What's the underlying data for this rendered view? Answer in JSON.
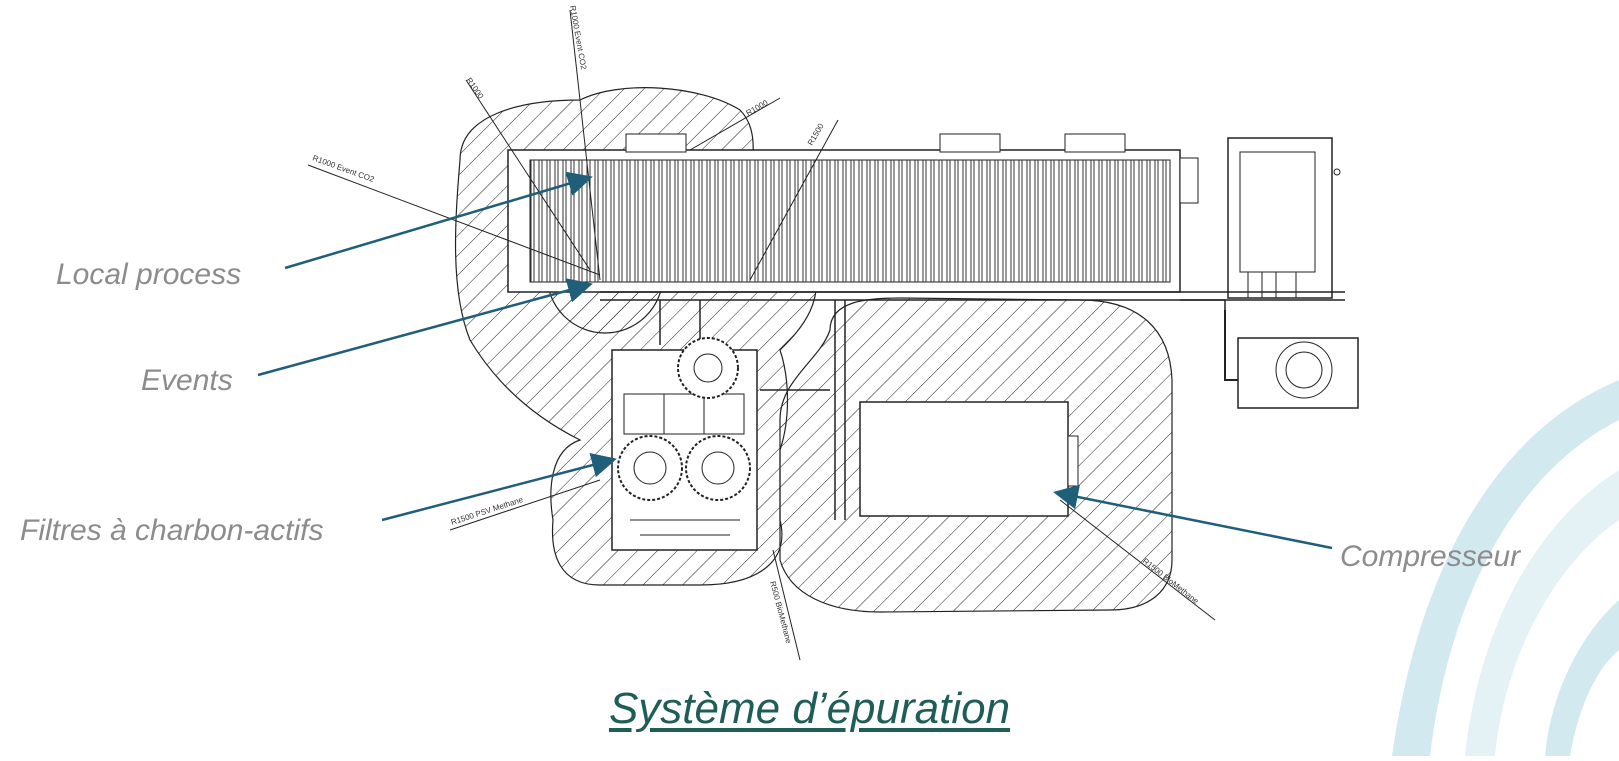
{
  "title": "Système d’épuration",
  "callouts": {
    "local_process": "Local process",
    "events": "Events",
    "filtres": "Filtres à charbon-actifs",
    "compresseur": "Compresseur"
  },
  "zone_labels": {
    "r1000_event_co2_a": "R1000 Event CO2",
    "r1000_a": "R1000",
    "r1000_b": "R1000",
    "r1500": "R1500",
    "r1000_event_co2_b": "R1000 Event CO2",
    "r1500_psv_methane": "R1500 PSV Methane",
    "r500_biomethane": "R500 BioMethane",
    "r1500_biomethane": "R1500 BioMethane"
  },
  "colors": {
    "callout_arrow": "#1f5f7a",
    "title": "#1f5e57",
    "callout_text": "#8c8c8c",
    "swoosh": "#cde6ee"
  }
}
